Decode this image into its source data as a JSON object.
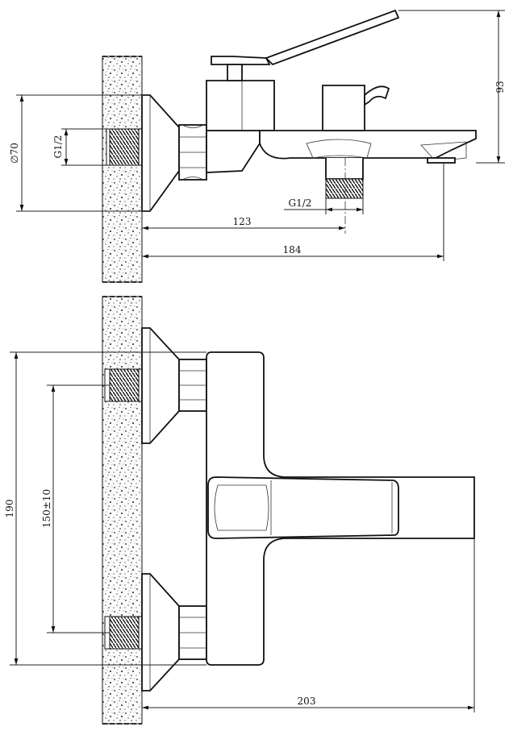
{
  "side_view": {
    "dims": {
      "height_93": "93",
      "diam_70": "∅70",
      "thread_wall": "G1/2",
      "thread_outlet": "G1/2",
      "depth_123": "123",
      "depth_184": "184"
    }
  },
  "front_view": {
    "dims": {
      "height_190": "190",
      "spacing": "150±10",
      "width_203": "203"
    }
  }
}
